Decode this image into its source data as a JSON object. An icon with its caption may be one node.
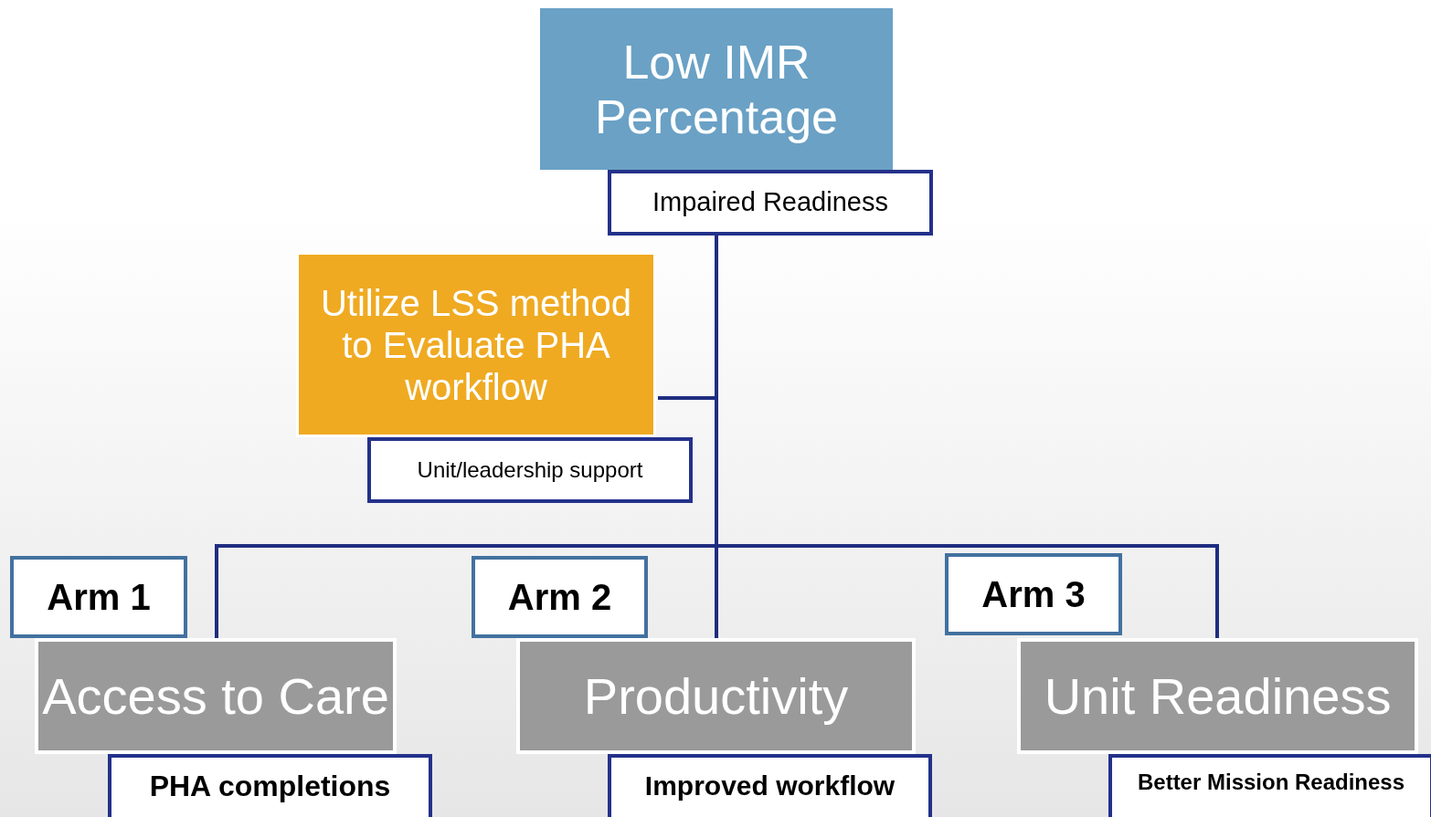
{
  "diagram": {
    "nodes": [
      {
        "text": [
          "Low IMR Percentage"
        ]
      },
      {
        "text": [
          "Impaired Readiness"
        ]
      },
      {
        "text": [
          "Utilize LSS method to Evaluate PHA workflow"
        ]
      },
      {
        "text": [
          "Unit/leadership support"
        ]
      },
      {
        "text": [
          "Arm 1"
        ]
      },
      {
        "text": [
          "Access to Care"
        ]
      },
      {
        "text": [
          "PHA completions"
        ]
      },
      {
        "text": [
          "Arm 2"
        ]
      },
      {
        "text": [
          "Productivity"
        ]
      },
      {
        "text": [
          "Improved workflow"
        ]
      },
      {
        "text": [
          "Arm 3"
        ]
      },
      {
        "text": [
          "Unit Readiness"
        ]
      },
      {
        "text": [
          "Better Mission Readiness"
        ]
      }
    ],
    "edges": [
      {
        "from": 1,
        "to": 2,
        "arrow": "none"
      },
      {
        "from": 1,
        "to": 5,
        "arrow": "none"
      },
      {
        "from": 1,
        "to": 8,
        "arrow": "none"
      },
      {
        "from": 1,
        "to": 11,
        "arrow": "none"
      }
    ]
  }
}
